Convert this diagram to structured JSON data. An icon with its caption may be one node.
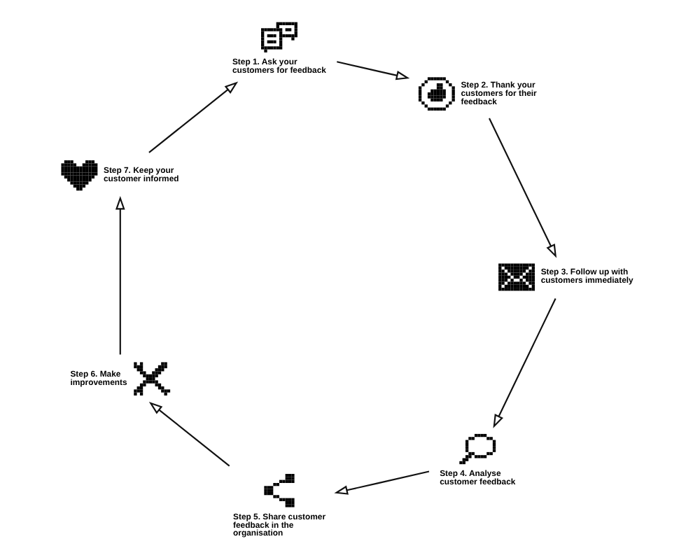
{
  "diagram": {
    "nodes": [
      {
        "text": [],
        "shape": "picture",
        "beside": [
          "Step 1. Ask your customers for feedback"
        ]
      },
      {
        "text": [],
        "shape": "picture",
        "beside": [
          "Step 2. Thank your customers for their feedback"
        ]
      },
      {
        "text": [],
        "shape": "picture",
        "beside": [
          "Step 3. Follow up with customers immediately"
        ]
      },
      {
        "text": [],
        "shape": "picture",
        "beside": [
          "Step 4. Analyse customer feedback"
        ]
      },
      {
        "text": [],
        "shape": "picture",
        "beside": [
          "Step 5. Share customer feedback in the organisation"
        ]
      },
      {
        "text": [],
        "shape": "picture",
        "beside": [
          "Step 6. Make improvements"
        ]
      },
      {
        "text": [],
        "shape": "picture",
        "beside": [
          "Step 7. Keep your customer informed"
        ]
      }
    ],
    "edges": [
      {
        "from": 0,
        "to": 1,
        "arrow": "to"
      },
      {
        "from": 1,
        "to": 2,
        "arrow": "to"
      },
      {
        "from": 2,
        "to": 3,
        "arrow": "to"
      },
      {
        "from": 3,
        "to": 4,
        "arrow": "to"
      },
      {
        "from": 4,
        "to": 5,
        "arrow": "to"
      },
      {
        "from": 5,
        "to": 6,
        "arrow": "to"
      },
      {
        "from": 6,
        "to": 0,
        "arrow": "to"
      }
    ]
  }
}
